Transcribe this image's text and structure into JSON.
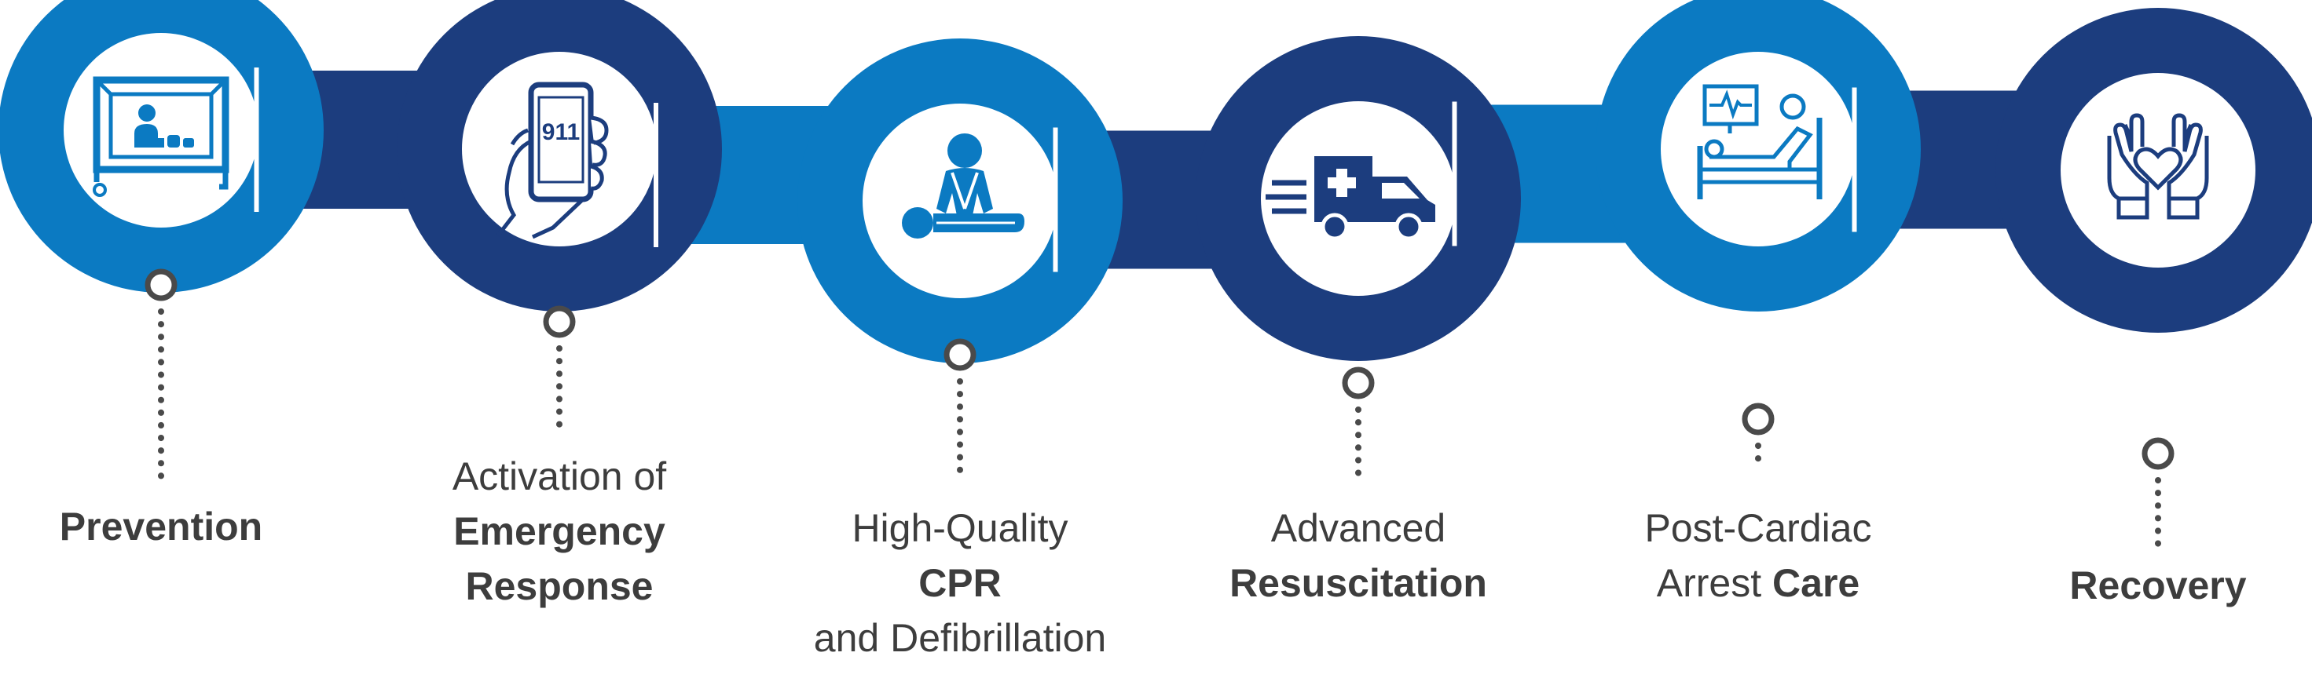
{
  "colors": {
    "dark_blue": "#1c3d7e",
    "light_blue": "#0b7ac2",
    "connector_grey": "#4a4a4a",
    "text": "#3d3d3d",
    "background": "#ffffff"
  },
  "steps": [
    {
      "icon": "crib-baby-icon",
      "ring_color": "light",
      "label_lines": [
        [
          {
            "text": "Prevention",
            "bold": true
          }
        ]
      ]
    },
    {
      "icon": "phone-911-icon",
      "ring_color": "dark",
      "phone_text": "911",
      "label_lines": [
        [
          {
            "text": "Activation of",
            "bold": false
          }
        ],
        [
          {
            "text": "Emergency",
            "bold": true
          }
        ],
        [
          {
            "text": "Response",
            "bold": true
          }
        ]
      ]
    },
    {
      "icon": "cpr-icon",
      "ring_color": "light",
      "label_lines": [
        [
          {
            "text": "High-Quality",
            "bold": false
          }
        ],
        [
          {
            "text": "CPR",
            "bold": true
          }
        ],
        [
          {
            "text": "and Defibrillation",
            "bold": false
          }
        ]
      ]
    },
    {
      "icon": "ambulance-icon",
      "ring_color": "dark",
      "label_lines": [
        [
          {
            "text": "Advanced",
            "bold": false
          }
        ],
        [
          {
            "text": "Resuscitation",
            "bold": true
          }
        ]
      ]
    },
    {
      "icon": "hospital-bed-icon",
      "ring_color": "light",
      "label_lines": [
        [
          {
            "text": "Post-Cardiac",
            "bold": false
          }
        ],
        [
          {
            "text": "Arrest ",
            "bold": false
          },
          {
            "text": "Care",
            "bold": true
          }
        ]
      ]
    },
    {
      "icon": "hands-heart-icon",
      "ring_color": "dark",
      "label_lines": [
        [
          {
            "text": "Recovery",
            "bold": true
          }
        ]
      ]
    }
  ]
}
